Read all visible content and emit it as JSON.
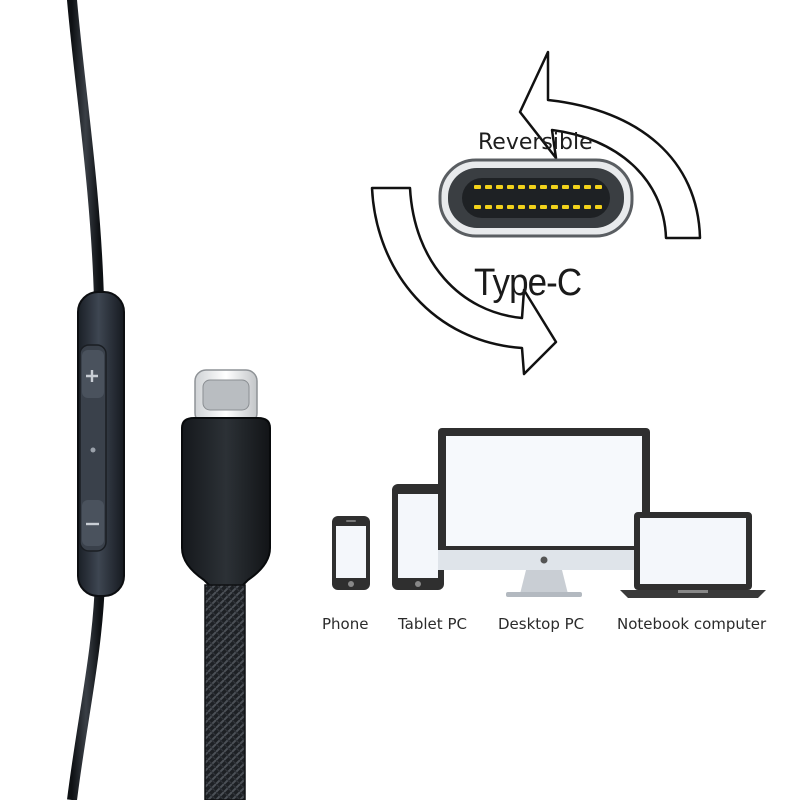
{
  "connector": {
    "reversible_label": "Reversible",
    "type_label": "Type-C"
  },
  "devices": [
    {
      "label": "Phone",
      "icon": "phone-icon"
    },
    {
      "label": "Tablet PC",
      "icon": "tablet-icon"
    },
    {
      "label": "Desktop PC",
      "icon": "desktop-icon"
    },
    {
      "label": "Notebook computer",
      "icon": "laptop-icon"
    }
  ],
  "colors": {
    "cable": "#1f2329",
    "pin": "#f2d21b",
    "port_shell": "#4a4e52",
    "device_frame": "#4b4b4b",
    "device_screen_tint": "#e8f0f8"
  },
  "remote": {
    "buttons": [
      "plus-icon",
      "dot-icon",
      "minus-icon"
    ]
  }
}
